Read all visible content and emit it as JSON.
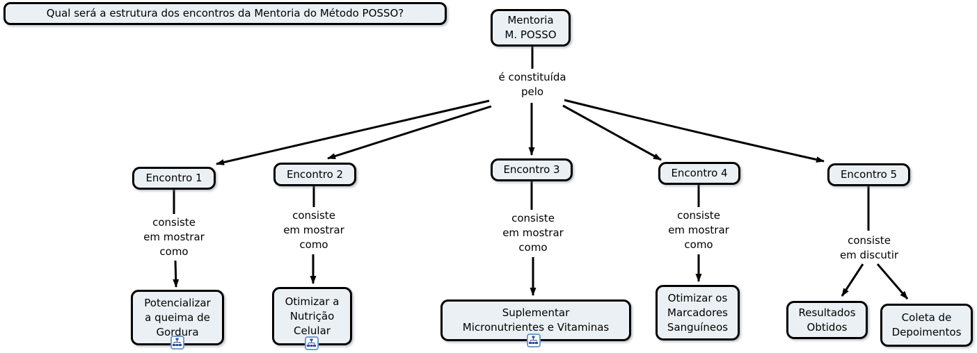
{
  "colors": {
    "background": "#ffffff",
    "node_fill": "#eaf0f4",
    "node_border": "#000000",
    "connector_line": "#000000",
    "icon_accent": "#2d4f9e",
    "icon_border": "#6f9bd1"
  },
  "question": {
    "text": "Qual será a estrutura dos encontros da Mentoria do Método POSSO?"
  },
  "root": {
    "label": "Mentoria\nM. POSSO",
    "link_label": "é constituída\npelo"
  },
  "branches": [
    {
      "label": "Encontro 1",
      "link_label": "consiste\nem mostrar\ncomo",
      "leaf": {
        "label": "Potencializar\na queima de\nGordura",
        "has_child_map_icon": true,
        "icon": "sitemap-icon"
      }
    },
    {
      "label": "Encontro 2",
      "link_label": "consiste\nem mostrar\ncomo",
      "leaf": {
        "label": "Otimizar a\nNutrição\nCelular",
        "has_child_map_icon": true,
        "icon": "sitemap-icon"
      }
    },
    {
      "label": "Encontro 3",
      "link_label": "consiste\nem mostrar\ncomo",
      "leaf": {
        "label": "Suplementar\nMicronutrientes e Vitaminas",
        "has_child_map_icon": true,
        "icon": "sitemap-icon"
      }
    },
    {
      "label": "Encontro 4",
      "link_label": "consiste\nem mostrar\ncomo",
      "leaf": {
        "label": "Otimizar os\nMarcadores\nSanguíneos",
        "has_child_map_icon": false
      }
    },
    {
      "label": "Encontro 5",
      "link_label": "consiste\nem discutir",
      "leaves": [
        {
          "label": "Resultados\nObtidos",
          "has_child_map_icon": false
        },
        {
          "label": "Coleta de\nDepoimentos",
          "has_child_map_icon": false
        }
      ]
    }
  ]
}
